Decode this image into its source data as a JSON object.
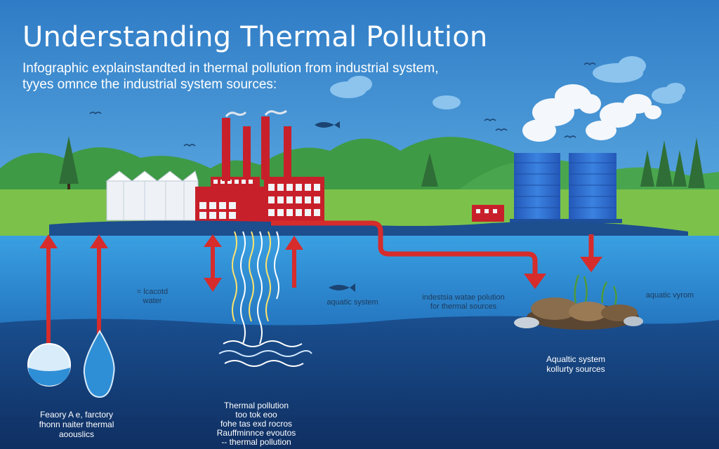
{
  "header": {
    "title": "Understanding Thermal Pollution",
    "subtitle_line1": "Infographic explainstandted in thermal pollution from industrial system,",
    "subtitle_line2": "tyyes omnce the industrial system sources:"
  },
  "labels": {
    "heated_water_line1": "= lcacotd",
    "heated_water_line2": "water",
    "aquatic_system_left": "aquatic system",
    "industrial_line1": "indestsia watae polution",
    "industrial_line2": "for thermal sources",
    "aquatic_system_right": "aquatic vyrom",
    "aquatic_sources_line1": "Aqualtic system",
    "aquatic_sources_line2": "kollurty sources",
    "factory_line1": "Feaory A e, farctory",
    "factory_line2": "fhonn naiter thermal",
    "factory_line3": "aoouslics",
    "thermal_line1": "Thermal pollution",
    "thermal_line2": "too tok eoo",
    "thermal_line3": "fohe tas exd rocros",
    "thermal_line4": "Rauffminnce evoutos",
    "thermal_line5": "-- thermal pollution"
  },
  "colors": {
    "sky": "#3d8cd0",
    "grass": "#7cc24a",
    "hills": "#3f9a45",
    "surface_water": "#2f8fd6",
    "deep_water": "#143e78",
    "factory_red": "#c8202a",
    "arrow_red": "#d62c2c",
    "cooling_tower_blue": "#2f6fd0",
    "hot_water_yellow": "#ffe36b"
  }
}
